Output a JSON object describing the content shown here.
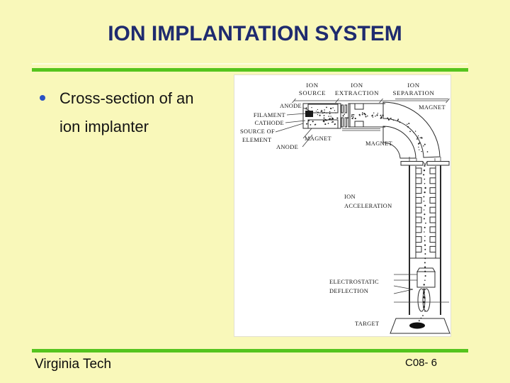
{
  "slide": {
    "background_color": "#F9F8BA",
    "accent_green": "#55C41E",
    "title_color": "#1F2B6F",
    "bullet_color": "#2B52C4"
  },
  "header": {
    "title": "ION IMPLANTATION SYSTEM"
  },
  "bullet": {
    "line1": "Cross-section of an",
    "line2": "ion implanter"
  },
  "diagram": {
    "section_labels": {
      "source_line1": "ION",
      "source_line2": "SOURCE",
      "extraction_line1": "ION",
      "extraction_line2": "EXTRACTION",
      "separation_line1": "ION",
      "separation_line2": "SEPARATION"
    },
    "labels": {
      "anode_top": "ANODE",
      "filament": "FILAMENT",
      "cathode": "CATHODE",
      "source_of": "SOURCE OF",
      "element": "ELEMENT",
      "magnet_source": "MAGNET",
      "anode_bottom": "ANODE",
      "magnet_top": "MAGNET",
      "magnet_inner": "MAGNET",
      "ion_accel_line1": "ION",
      "ion_accel_line2": "ACCELERATION",
      "electrostatic": "ELECTROSTATIC",
      "deflection": "DEFLECTION",
      "target": "TARGET"
    }
  },
  "footer": {
    "institution": "Virginia Tech",
    "slide_number": "C08- 6"
  }
}
